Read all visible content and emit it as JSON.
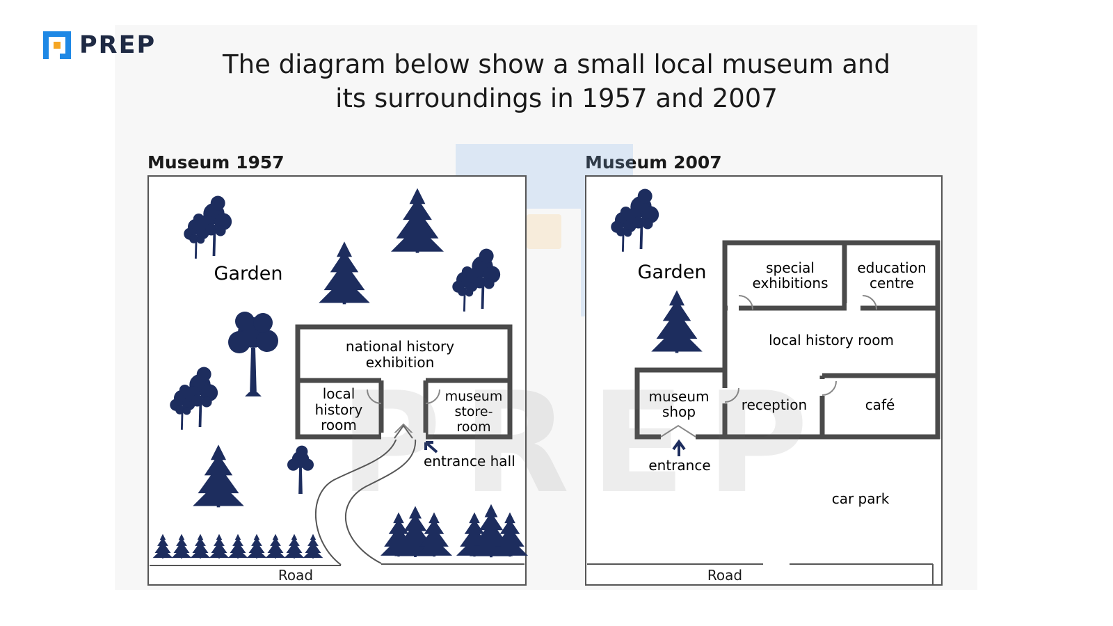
{
  "logo": {
    "text": "PREP",
    "icon": "prep-logo-icon",
    "color": "#1e88e5",
    "accent": "#f5a623"
  },
  "title": {
    "line1": "The diagram below show a small local museum and",
    "line2": "its surroundings in 1957 and 2007"
  },
  "maps": [
    {
      "heading": "Museum 1957",
      "garden": "Garden",
      "rooms": {
        "national_history": [
          "national history",
          "exhibition"
        ],
        "local_history": [
          "local",
          "history",
          "room"
        ],
        "store_room": [
          "museum",
          "store-",
          "room"
        ]
      },
      "entrance": "entrance hall",
      "road": "Road"
    },
    {
      "heading": "Museum 2007",
      "garden": "Garden",
      "rooms": {
        "special": [
          "special",
          "exhibitions"
        ],
        "education": [
          "education",
          "centre"
        ],
        "local_history": [
          "local history room"
        ],
        "shop": [
          "museum",
          "shop"
        ],
        "reception": [
          "reception"
        ],
        "cafe": [
          "café"
        ]
      },
      "entrance": "entrance",
      "car_park": "car park",
      "road": "Road"
    }
  ],
  "watermark": "PREP",
  "colors": {
    "tree": "#1d2d5e",
    "wall": "#4a4a4a",
    "text": "#1a1a1a"
  }
}
